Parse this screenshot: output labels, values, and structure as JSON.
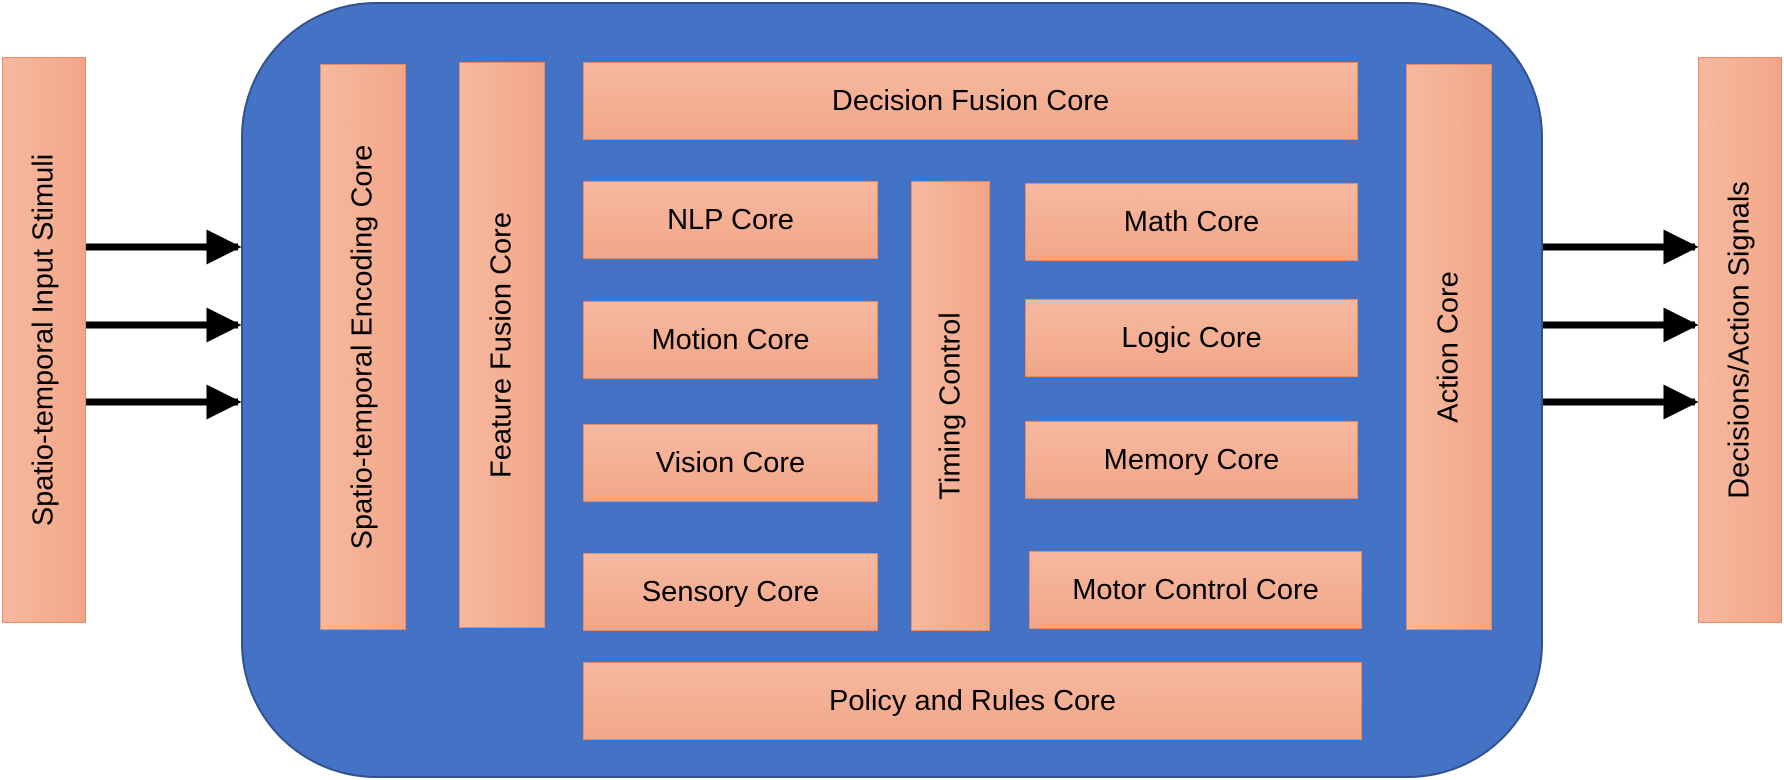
{
  "input_label": "Spatio-temporal Input Stimuli",
  "output_label": "Decisions/Action Signals",
  "cores": {
    "encoding": "Spatio-temporal Encoding Core",
    "feature_fusion": "Feature Fusion Core",
    "decision_fusion": "Decision Fusion Core",
    "nlp": "NLP Core",
    "motion": "Motion Core",
    "vision": "Vision Core",
    "sensory": "Sensory Core",
    "timing": "Timing Control",
    "math": "Math Core",
    "logic": "Logic Core",
    "memory": "Memory Core",
    "motor_control": "Motor Control Core",
    "action": "Action Core",
    "policy": "Policy and Rules Core"
  },
  "colors": {
    "processor_fill": "#4472c4",
    "core_fill": "#f4b19a",
    "core_border": "#e98a66",
    "arrow": "#000000"
  }
}
